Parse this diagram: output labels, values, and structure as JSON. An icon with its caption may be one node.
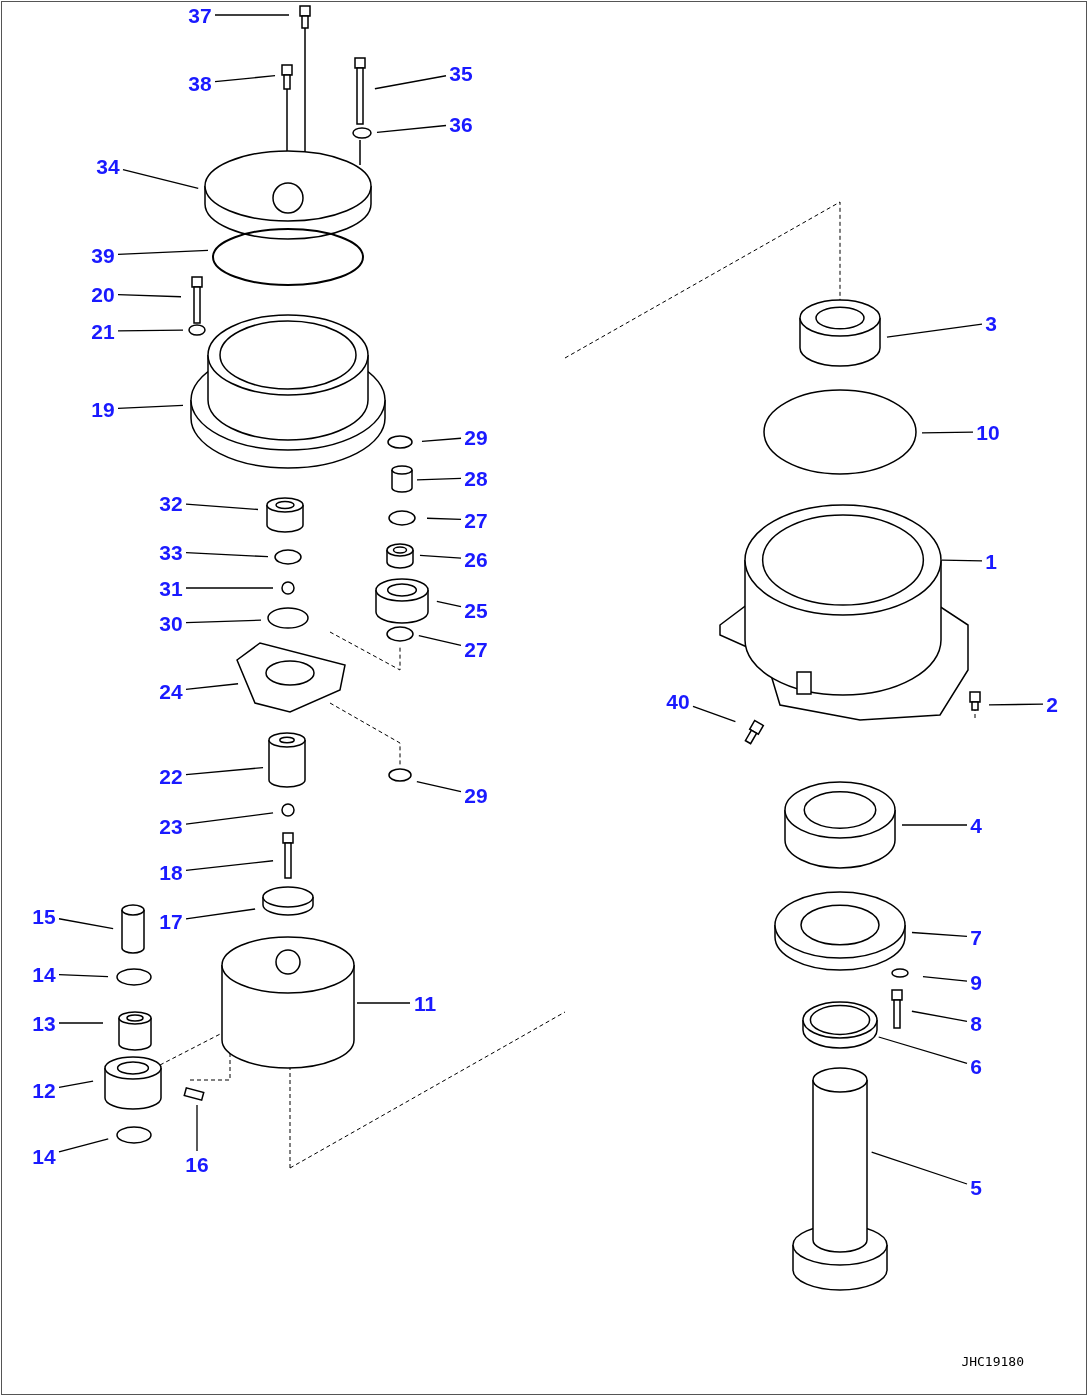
{
  "diagram": {
    "nodes": [
      {
        "text": [
          "37"
        ]
      },
      {
        "text": [
          "38"
        ]
      },
      {
        "text": [
          "35"
        ]
      },
      {
        "text": [
          "36"
        ]
      },
      {
        "text": [
          "34"
        ]
      },
      {
        "text": [
          "39"
        ]
      },
      {
        "text": [
          "20"
        ]
      },
      {
        "text": [
          "21"
        ]
      },
      {
        "text": [
          "19"
        ]
      },
      {
        "text": [
          "29"
        ]
      },
      {
        "text": [
          "28"
        ]
      },
      {
        "text": [
          "3"
        ]
      },
      {
        "text": [
          "10"
        ]
      },
      {
        "text": [
          "32"
        ]
      },
      {
        "text": [
          "27"
        ]
      },
      {
        "text": [
          "33"
        ]
      },
      {
        "text": [
          "26"
        ]
      },
      {
        "text": [
          "31"
        ]
      },
      {
        "text": [
          "25"
        ]
      },
      {
        "text": [
          "30"
        ]
      },
      {
        "text": [
          "27"
        ]
      },
      {
        "text": [
          "24"
        ]
      },
      {
        "text": [
          "1"
        ]
      },
      {
        "text": [
          "40"
        ]
      },
      {
        "text": [
          "2"
        ]
      },
      {
        "text": [
          "22"
        ]
      },
      {
        "text": [
          "29"
        ]
      },
      {
        "text": [
          "23"
        ]
      },
      {
        "text": [
          "4"
        ]
      },
      {
        "text": [
          "18"
        ]
      },
      {
        "text": [
          "17"
        ]
      },
      {
        "text": [
          "15"
        ]
      },
      {
        "text": [
          "14"
        ]
      },
      {
        "text": [
          "7"
        ]
      },
      {
        "text": [
          "9"
        ]
      },
      {
        "text": [
          "13"
        ]
      },
      {
        "text": [
          "11"
        ]
      },
      {
        "text": [
          "8"
        ]
      },
      {
        "text": [
          "12"
        ]
      },
      {
        "text": [
          "6"
        ]
      },
      {
        "text": [
          "14"
        ]
      },
      {
        "text": [
          "16"
        ]
      },
      {
        "text": [
          "5"
        ]
      }
    ],
    "edges": [
      {
        "from": 0,
        "to": null,
        "arrow": "none"
      },
      {
        "from": 1,
        "to": null,
        "arrow": "none"
      },
      {
        "from": 2,
        "to": null,
        "arrow": "none"
      },
      {
        "from": 3,
        "to": null,
        "arrow": "none"
      },
      {
        "from": 4,
        "to": null,
        "arrow": "none"
      },
      {
        "from": 5,
        "to": null,
        "arrow": "none"
      },
      {
        "from": 6,
        "to": null,
        "arrow": "none"
      },
      {
        "from": 7,
        "to": null,
        "arrow": "none"
      },
      {
        "from": 8,
        "to": null,
        "arrow": "none"
      },
      {
        "from": 9,
        "to": null,
        "arrow": "none"
      },
      {
        "from": 10,
        "to": null,
        "arrow": "none"
      },
      {
        "from": 11,
        "to": null,
        "arrow": "none"
      },
      {
        "from": 12,
        "to": null,
        "arrow": "none"
      },
      {
        "from": 13,
        "to": null,
        "arrow": "none"
      },
      {
        "from": 14,
        "to": null,
        "arrow": "none"
      },
      {
        "from": 15,
        "to": null,
        "arrow": "none"
      },
      {
        "from": 16,
        "to": null,
        "arrow": "none"
      },
      {
        "from": 17,
        "to": null,
        "arrow": "none"
      },
      {
        "from": 18,
        "to": null,
        "arrow": "none"
      },
      {
        "from": 19,
        "to": null,
        "arrow": "none"
      },
      {
        "from": 20,
        "to": null,
        "arrow": "none"
      },
      {
        "from": 21,
        "to": null,
        "arrow": "none"
      },
      {
        "from": 22,
        "to": null,
        "arrow": "none"
      },
      {
        "from": 23,
        "to": null,
        "arrow": "none"
      },
      {
        "from": 24,
        "to": null,
        "arrow": "none"
      },
      {
        "from": 25,
        "to": null,
        "arrow": "none"
      },
      {
        "from": 26,
        "to": null,
        "arrow": "none"
      },
      {
        "from": 27,
        "to": null,
        "arrow": "none"
      },
      {
        "from": 28,
        "to": null,
        "arrow": "none"
      },
      {
        "from": 29,
        "to": null,
        "arrow": "none"
      },
      {
        "from": 30,
        "to": null,
        "arrow": "none"
      },
      {
        "from": 31,
        "to": null,
        "arrow": "none"
      },
      {
        "from": 32,
        "to": null,
        "arrow": "none"
      },
      {
        "from": 33,
        "to": null,
        "arrow": "none"
      },
      {
        "from": 34,
        "to": null,
        "arrow": "none"
      },
      {
        "from": 35,
        "to": null,
        "arrow": "none"
      },
      {
        "from": 36,
        "to": null,
        "arrow": "none"
      },
      {
        "from": 37,
        "to": null,
        "arrow": "none"
      },
      {
        "from": 38,
        "to": null,
        "arrow": "none"
      },
      {
        "from": 39,
        "to": null,
        "arrow": "none"
      },
      {
        "from": 40,
        "to": null,
        "arrow": "none"
      },
      {
        "from": 41,
        "to": null,
        "arrow": "none"
      },
      {
        "from": 42,
        "to": null,
        "arrow": "none"
      }
    ],
    "labels": [
      "JHC19180"
    ]
  }
}
